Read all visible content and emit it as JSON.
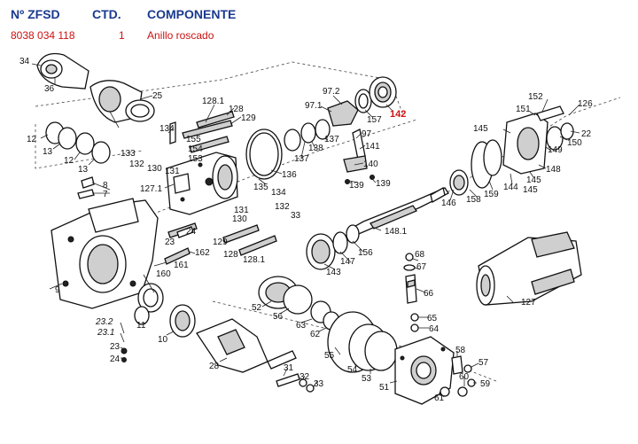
{
  "header": {
    "col_number": "Nº ZFSD",
    "col_qty": "CTD.",
    "col_component": "COMPONENTE"
  },
  "selected_part": {
    "number": "8038 034 118",
    "qty": "1",
    "component": "Anillo roscado",
    "callout": "142"
  },
  "colors": {
    "header_text": "#1a3a8f",
    "highlight": "#cc1111",
    "line_art": "#111111"
  },
  "callouts": {
    "c34": "34",
    "c36": "36",
    "c25": "25",
    "c128_1a": "128.1",
    "c128a": "128",
    "c129a": "129",
    "c97_2": "97.2",
    "c97_1": "97.1",
    "c157": "157",
    "c12a": "12",
    "c13a": "13",
    "c12b": "12",
    "c13b": "13",
    "c134a": "134",
    "c155": "155",
    "c154": "154",
    "c153": "153",
    "c133a": "133",
    "c132a": "132",
    "c130a": "130",
    "c131a": "131",
    "c136": "136",
    "c137a": "137",
    "c138": "138",
    "c137b": "137",
    "c97": "97",
    "c141": "141",
    "c140": "140",
    "c139a": "139",
    "c139b": "139",
    "c152": "152",
    "c126": "126",
    "c151": "151",
    "c145a": "145",
    "c150": "150",
    "c22": "22",
    "c149": "149",
    "c148": "148",
    "c145b": "145",
    "c144": "144",
    "c145c": "145",
    "c159": "159",
    "c158": "158",
    "c146": "146",
    "c8": "8",
    "c7": "7",
    "c127_1": "127.1",
    "c135": "135",
    "c134b": "134",
    "c132b": "132",
    "c33a": "33",
    "c131b": "131",
    "c130b": "130",
    "c148_1": "148.1",
    "c24a": "24",
    "c23a": "23",
    "c162": "162",
    "c129b": "129",
    "c128b": "128",
    "c128_1b": "128.1",
    "c161": "161",
    "c160": "160",
    "c156": "156",
    "c147": "147",
    "c143": "143",
    "c68": "68",
    "c67": "67",
    "c66": "66",
    "c127": "127",
    "c9": "9",
    "c52": "52",
    "c56": "56",
    "c63": "63",
    "c62": "62",
    "c65": "65",
    "c64": "64",
    "c11": "11",
    "c10": "10",
    "c23_2": "23.2",
    "c23_1": "23.1",
    "c23b": "23",
    "c24b": "24",
    "c55": "55",
    "c54": "54",
    "c53": "53",
    "c51": "51",
    "c58": "58",
    "c57": "57",
    "c60": "60",
    "c59": "59",
    "c61": "61",
    "c28": "28",
    "c31": "31",
    "c32": "32",
    "c33b": "33"
  }
}
